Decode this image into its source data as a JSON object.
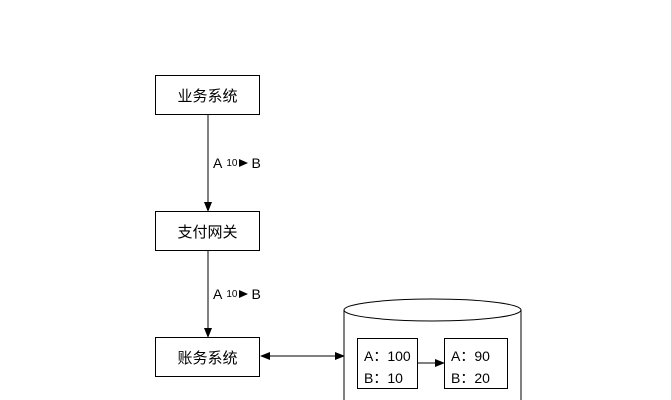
{
  "nodes": {
    "business": "业务系统",
    "gateway": "支付网关",
    "ledger": "账务系统"
  },
  "transfers": [
    {
      "from": "A",
      "amount": "10",
      "to": "B"
    },
    {
      "from": "A",
      "amount": "10",
      "to": "B"
    }
  ],
  "database": {
    "before": {
      "a": "A：100",
      "b": "B：10"
    },
    "after": {
      "a": "A：90",
      "b": "B：20"
    }
  }
}
